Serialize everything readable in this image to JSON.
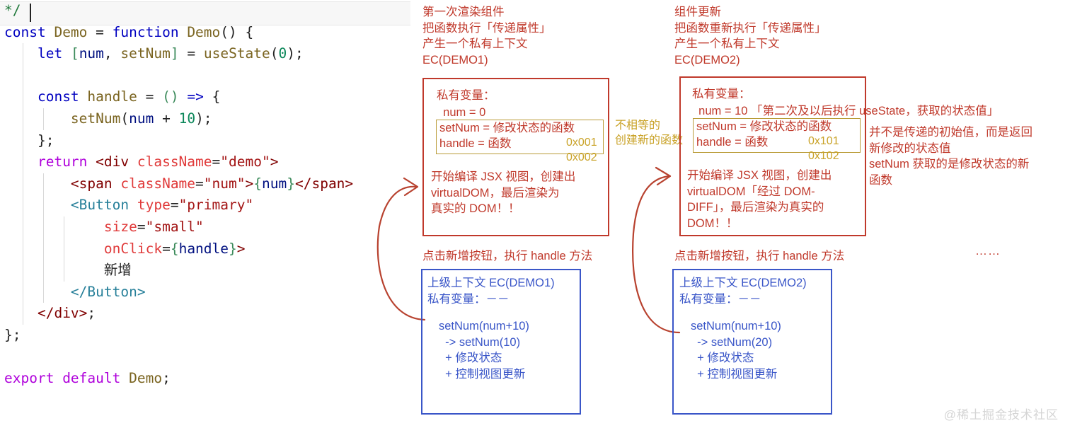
{
  "editor": {
    "lines": [
      {
        "id": "l1",
        "tokens": [
          {
            "t": "*/",
            "c": "cmt"
          }
        ],
        "active": true,
        "guides": 0
      },
      {
        "id": "l2",
        "tokens": [
          {
            "t": "const ",
            "c": "key"
          },
          {
            "t": "Demo ",
            "c": "fn"
          },
          {
            "t": "= ",
            "c": "punc"
          },
          {
            "t": "function ",
            "c": "key"
          },
          {
            "t": "Demo",
            "c": "fn"
          },
          {
            "t": "() {",
            "c": "punc"
          }
        ],
        "active": false,
        "guides": 0
      },
      {
        "id": "l3",
        "tokens": [
          {
            "t": "    ",
            "c": "punc"
          },
          {
            "t": "let ",
            "c": "key"
          },
          {
            "t": "[",
            "c": "brk"
          },
          {
            "t": "num",
            "c": "var"
          },
          {
            "t": ", ",
            "c": "punc"
          },
          {
            "t": "setNum",
            "c": "fn"
          },
          {
            "t": "]",
            "c": "brk"
          },
          {
            "t": " = ",
            "c": "punc"
          },
          {
            "t": "useState",
            "c": "fn"
          },
          {
            "t": "(",
            "c": "punc"
          },
          {
            "t": "0",
            "c": "num"
          },
          {
            "t": ");",
            "c": "punc"
          }
        ],
        "active": false,
        "guides": 1
      },
      {
        "id": "l4",
        "tokens": [
          {
            "t": "",
            "c": "punc"
          }
        ],
        "active": false,
        "guides": 1
      },
      {
        "id": "l5",
        "tokens": [
          {
            "t": "    ",
            "c": "punc"
          },
          {
            "t": "const ",
            "c": "key"
          },
          {
            "t": "handle ",
            "c": "fn"
          },
          {
            "t": "= ",
            "c": "punc"
          },
          {
            "t": "() ",
            "c": "brk"
          },
          {
            "t": "=> ",
            "c": "arrow"
          },
          {
            "t": "{",
            "c": "punc"
          }
        ],
        "active": false,
        "guides": 1
      },
      {
        "id": "l6",
        "tokens": [
          {
            "t": "        ",
            "c": "punc"
          },
          {
            "t": "setNum",
            "c": "fn"
          },
          {
            "t": "(",
            "c": "punc"
          },
          {
            "t": "num ",
            "c": "var"
          },
          {
            "t": "+ ",
            "c": "punc"
          },
          {
            "t": "10",
            "c": "num"
          },
          {
            "t": ");",
            "c": "punc"
          }
        ],
        "active": false,
        "guides": 2
      },
      {
        "id": "l7",
        "tokens": [
          {
            "t": "    };",
            "c": "punc"
          }
        ],
        "active": false,
        "guides": 1
      },
      {
        "id": "l8",
        "tokens": [
          {
            "t": "    ",
            "c": "punc"
          },
          {
            "t": "return ",
            "c": "ret"
          },
          {
            "t": "<div ",
            "c": "tag"
          },
          {
            "t": "className",
            "c": "attr"
          },
          {
            "t": "=",
            "c": "punc"
          },
          {
            "t": "\"demo\"",
            "c": "str"
          },
          {
            "t": ">",
            "c": "tag"
          }
        ],
        "active": false,
        "guides": 1
      },
      {
        "id": "l9",
        "tokens": [
          {
            "t": "        ",
            "c": "punc"
          },
          {
            "t": "<span ",
            "c": "tag"
          },
          {
            "t": "className",
            "c": "attr"
          },
          {
            "t": "=",
            "c": "punc"
          },
          {
            "t": "\"num\"",
            "c": "str"
          },
          {
            "t": ">",
            "c": "tag"
          },
          {
            "t": "{",
            "c": "brk"
          },
          {
            "t": "num",
            "c": "var"
          },
          {
            "t": "}",
            "c": "brk"
          },
          {
            "t": "</span>",
            "c": "tag"
          }
        ],
        "active": false,
        "guides": 2
      },
      {
        "id": "l10",
        "tokens": [
          {
            "t": "        ",
            "c": "punc"
          },
          {
            "t": "<Button ",
            "c": "comp"
          },
          {
            "t": "type",
            "c": "attr"
          },
          {
            "t": "=",
            "c": "punc"
          },
          {
            "t": "\"primary\"",
            "c": "str"
          }
        ],
        "active": false,
        "guides": 2
      },
      {
        "id": "l11",
        "tokens": [
          {
            "t": "            ",
            "c": "punc"
          },
          {
            "t": "size",
            "c": "attr"
          },
          {
            "t": "=",
            "c": "punc"
          },
          {
            "t": "\"small\"",
            "c": "str"
          }
        ],
        "active": false,
        "guides": 3
      },
      {
        "id": "l12",
        "tokens": [
          {
            "t": "            ",
            "c": "punc"
          },
          {
            "t": "onClick",
            "c": "attr"
          },
          {
            "t": "=",
            "c": "punc"
          },
          {
            "t": "{",
            "c": "brk"
          },
          {
            "t": "handle",
            "c": "var"
          },
          {
            "t": "}",
            "c": "brk"
          },
          {
            "t": ">",
            "c": "tag"
          }
        ],
        "active": false,
        "guides": 3
      },
      {
        "id": "l13",
        "tokens": [
          {
            "t": "            ",
            "c": "punc"
          },
          {
            "t": "新增",
            "c": "cn"
          }
        ],
        "active": false,
        "guides": 3
      },
      {
        "id": "l14",
        "tokens": [
          {
            "t": "        ",
            "c": "punc"
          },
          {
            "t": "</Button>",
            "c": "comp"
          }
        ],
        "active": false,
        "guides": 2
      },
      {
        "id": "l15",
        "tokens": [
          {
            "t": "    ",
            "c": "punc"
          },
          {
            "t": "</div>",
            "c": "tag"
          },
          {
            "t": ";",
            "c": "punc"
          }
        ],
        "active": false,
        "guides": 1
      },
      {
        "id": "l16",
        "tokens": [
          {
            "t": "};",
            "c": "punc"
          }
        ],
        "active": false,
        "guides": 0
      },
      {
        "id": "l17",
        "tokens": [
          {
            "t": "",
            "c": "punc"
          }
        ],
        "active": false,
        "guides": 0
      },
      {
        "id": "l18",
        "tokens": [
          {
            "t": "export ",
            "c": "ret"
          },
          {
            "t": "default ",
            "c": "ret"
          },
          {
            "t": "Demo",
            "c": "fn"
          },
          {
            "t": ";",
            "c": "punc"
          }
        ],
        "active": false,
        "guides": 0
      }
    ]
  },
  "annotations": {
    "col1_header": "第一次渲染组件\n把函数执行「传递属性」\n产生一个私有上下文\nEC(DEMO1)",
    "col1_box_line1": "私有变量：",
    "col1_box_line2": "  num = 0",
    "col1_box_inner_line1": "setNum = 修改状态的函数",
    "col1_box_inner_line2": "handle = 函数",
    "col1_addr1": "0x001",
    "col1_addr2": "0x002",
    "col1_box_tail": "开始编译 JSX 视图，创建出\nvirtualDOM，最后渲染为\n真实的 DOM！！",
    "middle_note": "不相等的\n创建新的函数",
    "col2_header": "组件更新\n把函数重新执行「传递属性」\n产生一个私有上下文\nEC(DEMO2)",
    "col2_box_line1": "私有变量：",
    "col2_box_line2": "  num = 10 「第二次及以后执行 useState，获取的状态值」",
    "col2_box_inner_line1": "setNum = 修改状态的函数",
    "col2_box_inner_line2": "handle = 函数",
    "col2_addr1": "0x101",
    "col2_addr2": "0x102",
    "col2_box_tail": "开始编译 JSX 视图，创建出\nvirtualDOM「经过 DOM-\nDIFF」，最后渲染为真实的\nDOM！！",
    "right_note": "并不是传递的初始值，而是返回\n新修改的状态值\nsetNum 获取的是修改状态的新\n函数",
    "ellipsis": "……",
    "click_note_1": "点击新增按钮，执行 handle 方法",
    "click_note_2": "点击新增按钮，执行 handle 方法",
    "blue_box_1": {
      "title": "上级上下文 EC(DEMO1)",
      "vars": "私有变量：－－",
      "body": "setNum(num+10)\n  -> setNum(10)\n  + 修改状态\n  + 控制视图更新"
    },
    "blue_box_2": {
      "title": "上级上下文 EC(DEMO2)",
      "vars": "私有变量：－－",
      "body": "setNum(num+10)\n  -> setNum(20)\n  + 修改状态\n  + 控制视图更新"
    },
    "watermark": "@稀土掘金技术社区"
  },
  "colors": {
    "red": "#c0392b",
    "blue": "#3a56c8",
    "olive": "#c9a227",
    "watermark": "#d5d5d5"
  }
}
